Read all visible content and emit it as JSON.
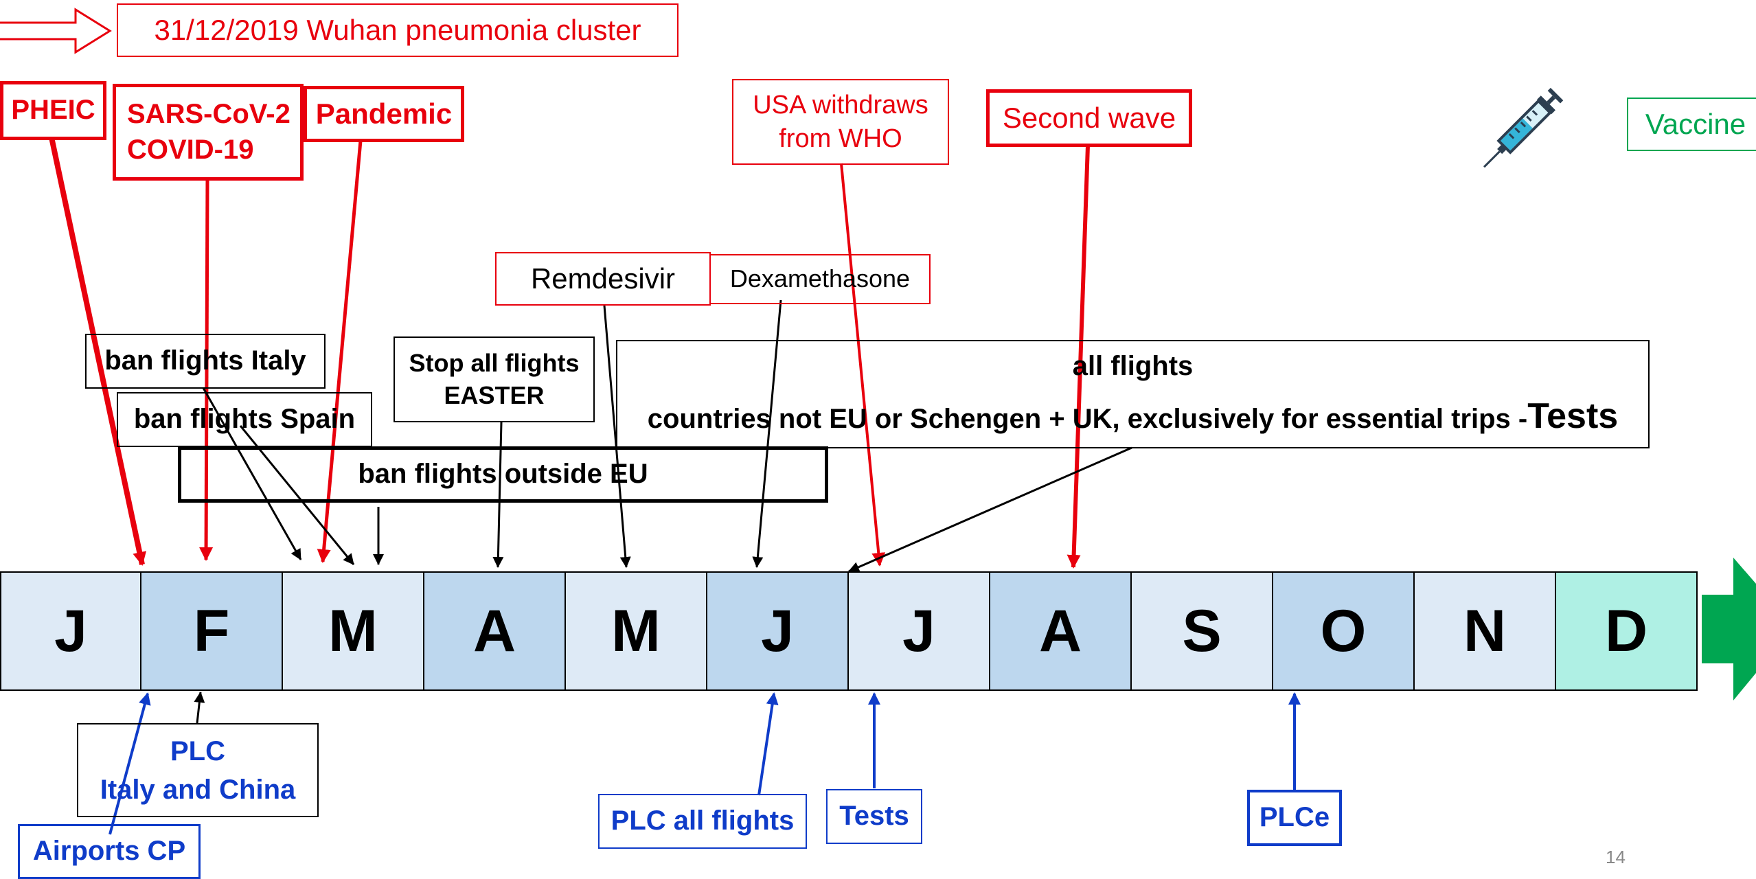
{
  "header": {
    "wuhan": "31/12/2019 Wuhan pneumonia cluster"
  },
  "top_events": {
    "pheic": "PHEIC",
    "sars": "SARS-CoV-2\nCOVID-19",
    "pandemic": "Pandemic",
    "usa": "USA withdraws\nfrom WHO",
    "second_wave": "Second wave",
    "vaccine": "Vaccine"
  },
  "treatments": {
    "remdesivir": "Remdesivir",
    "dexamethasone": "Dexamethasone"
  },
  "flight_measures": {
    "ban_italy": "ban flights Italy",
    "ban_spain": "ban flights Spain",
    "stop_all": "Stop all flights\nEASTER",
    "ban_outside_eu": "ban flights outside EU",
    "all_flights_title": "all flights",
    "all_flights_detail": "countries not EU or Schengen + UK, exclusively for essential trips -",
    "all_flights_tests": "Tests"
  },
  "timeline": {
    "months": [
      "J",
      "F",
      "M",
      "A",
      "M",
      "J",
      "J",
      "A",
      "S",
      "O",
      "N",
      "D"
    ]
  },
  "bottom_events": {
    "plc_italy_china": "PLC\nItaly and China",
    "airports_cp": "Airports CP",
    "plc_all_flights": "PLC all flights",
    "tests": "Tests",
    "plce": "PLCe"
  },
  "page_number": "14",
  "colors": {
    "red": "#e8000d",
    "blue": "#0f3cc9",
    "green": "#00a651",
    "month_light": "#deeaf6",
    "month_dark": "#bdd7ee",
    "month_december": "#aff0e4"
  }
}
